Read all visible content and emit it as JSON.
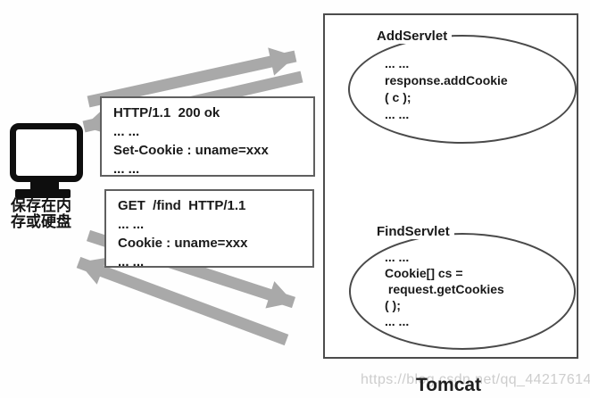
{
  "client": {
    "icon": "computer-monitor-icon",
    "caption": "保存在内\n存或硬盘"
  },
  "messages": {
    "response": {
      "lines": [
        "HTTP/1.1  200 ok",
        "... ...",
        "Set-Cookie : uname=xxx",
        "... ..."
      ]
    },
    "request": {
      "lines": [
        "GET  /find  HTTP/1.1",
        "... ...",
        "Cookie : uname=xxx",
        "... ..."
      ]
    }
  },
  "server": {
    "title": "Tomcat",
    "servlets": [
      {
        "name": "AddServlet",
        "lines": [
          "... ...",
          "response.addCookie",
          "( c );",
          "... ..."
        ]
      },
      {
        "name": "FindServlet",
        "lines": [
          "... ...",
          "Cookie[] cs =",
          " request.getCookies",
          "( );",
          "... ..."
        ]
      }
    ]
  },
  "arrows": [
    {
      "name": "request-to-addservlet",
      "from": "client",
      "to": "tomcat"
    },
    {
      "name": "response-set-cookie",
      "from": "tomcat",
      "to": "client"
    },
    {
      "name": "request-get-find",
      "from": "client",
      "to": "tomcat"
    },
    {
      "name": "response-to-client",
      "from": "tomcat",
      "to": "client"
    }
  ],
  "watermark": "https://blog.csdn.net/qq_44217614",
  "colors": {
    "arrow": "#a9a9a9",
    "box_border": "#5f5f5f",
    "server_border": "#4c4c4c",
    "text": "#1a1a1a",
    "watermark": "#cdcdcd"
  }
}
